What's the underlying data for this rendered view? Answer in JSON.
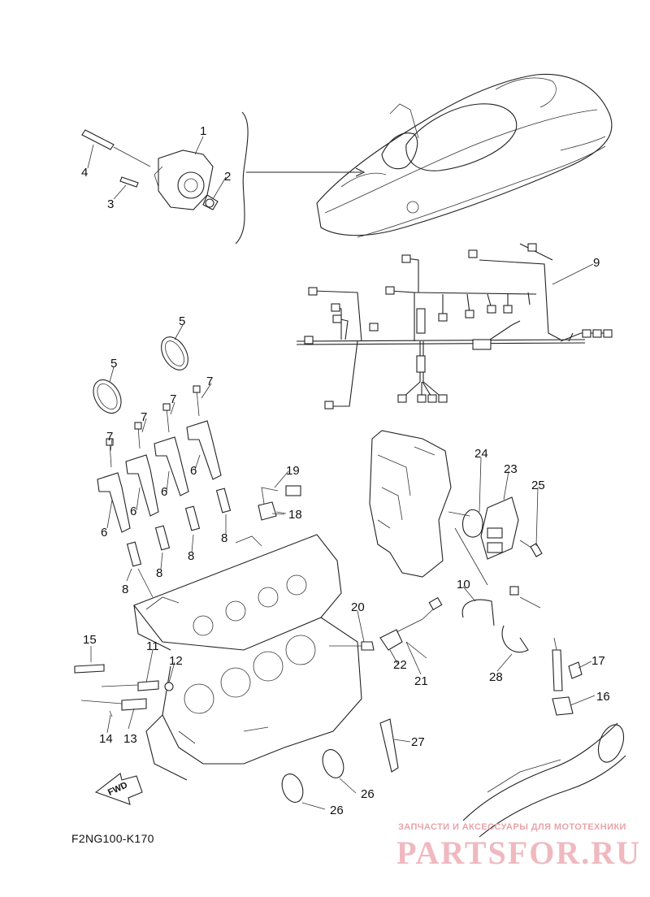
{
  "diagram_code": "F2NG100-K170",
  "fwd_label": "FWD",
  "watermark": {
    "tagline": "ЗАПЧАСТИ И АКСЕССУАРЫ ДЛЯ МОТОТЕХНИКИ",
    "brand": "PARTSFOR.RU",
    "color": "#f0b8bf"
  },
  "callouts": [
    "1",
    "2",
    "3",
    "4",
    "5",
    "5",
    "6",
    "6",
    "6",
    "6",
    "7",
    "7",
    "7",
    "7",
    "8",
    "8",
    "8",
    "8",
    "9",
    "10",
    "11",
    "12",
    "13",
    "14",
    "15",
    "16",
    "17",
    "18",
    "19",
    "20",
    "21",
    "22",
    "23",
    "24",
    "25",
    "26",
    "26",
    "27",
    "28"
  ]
}
